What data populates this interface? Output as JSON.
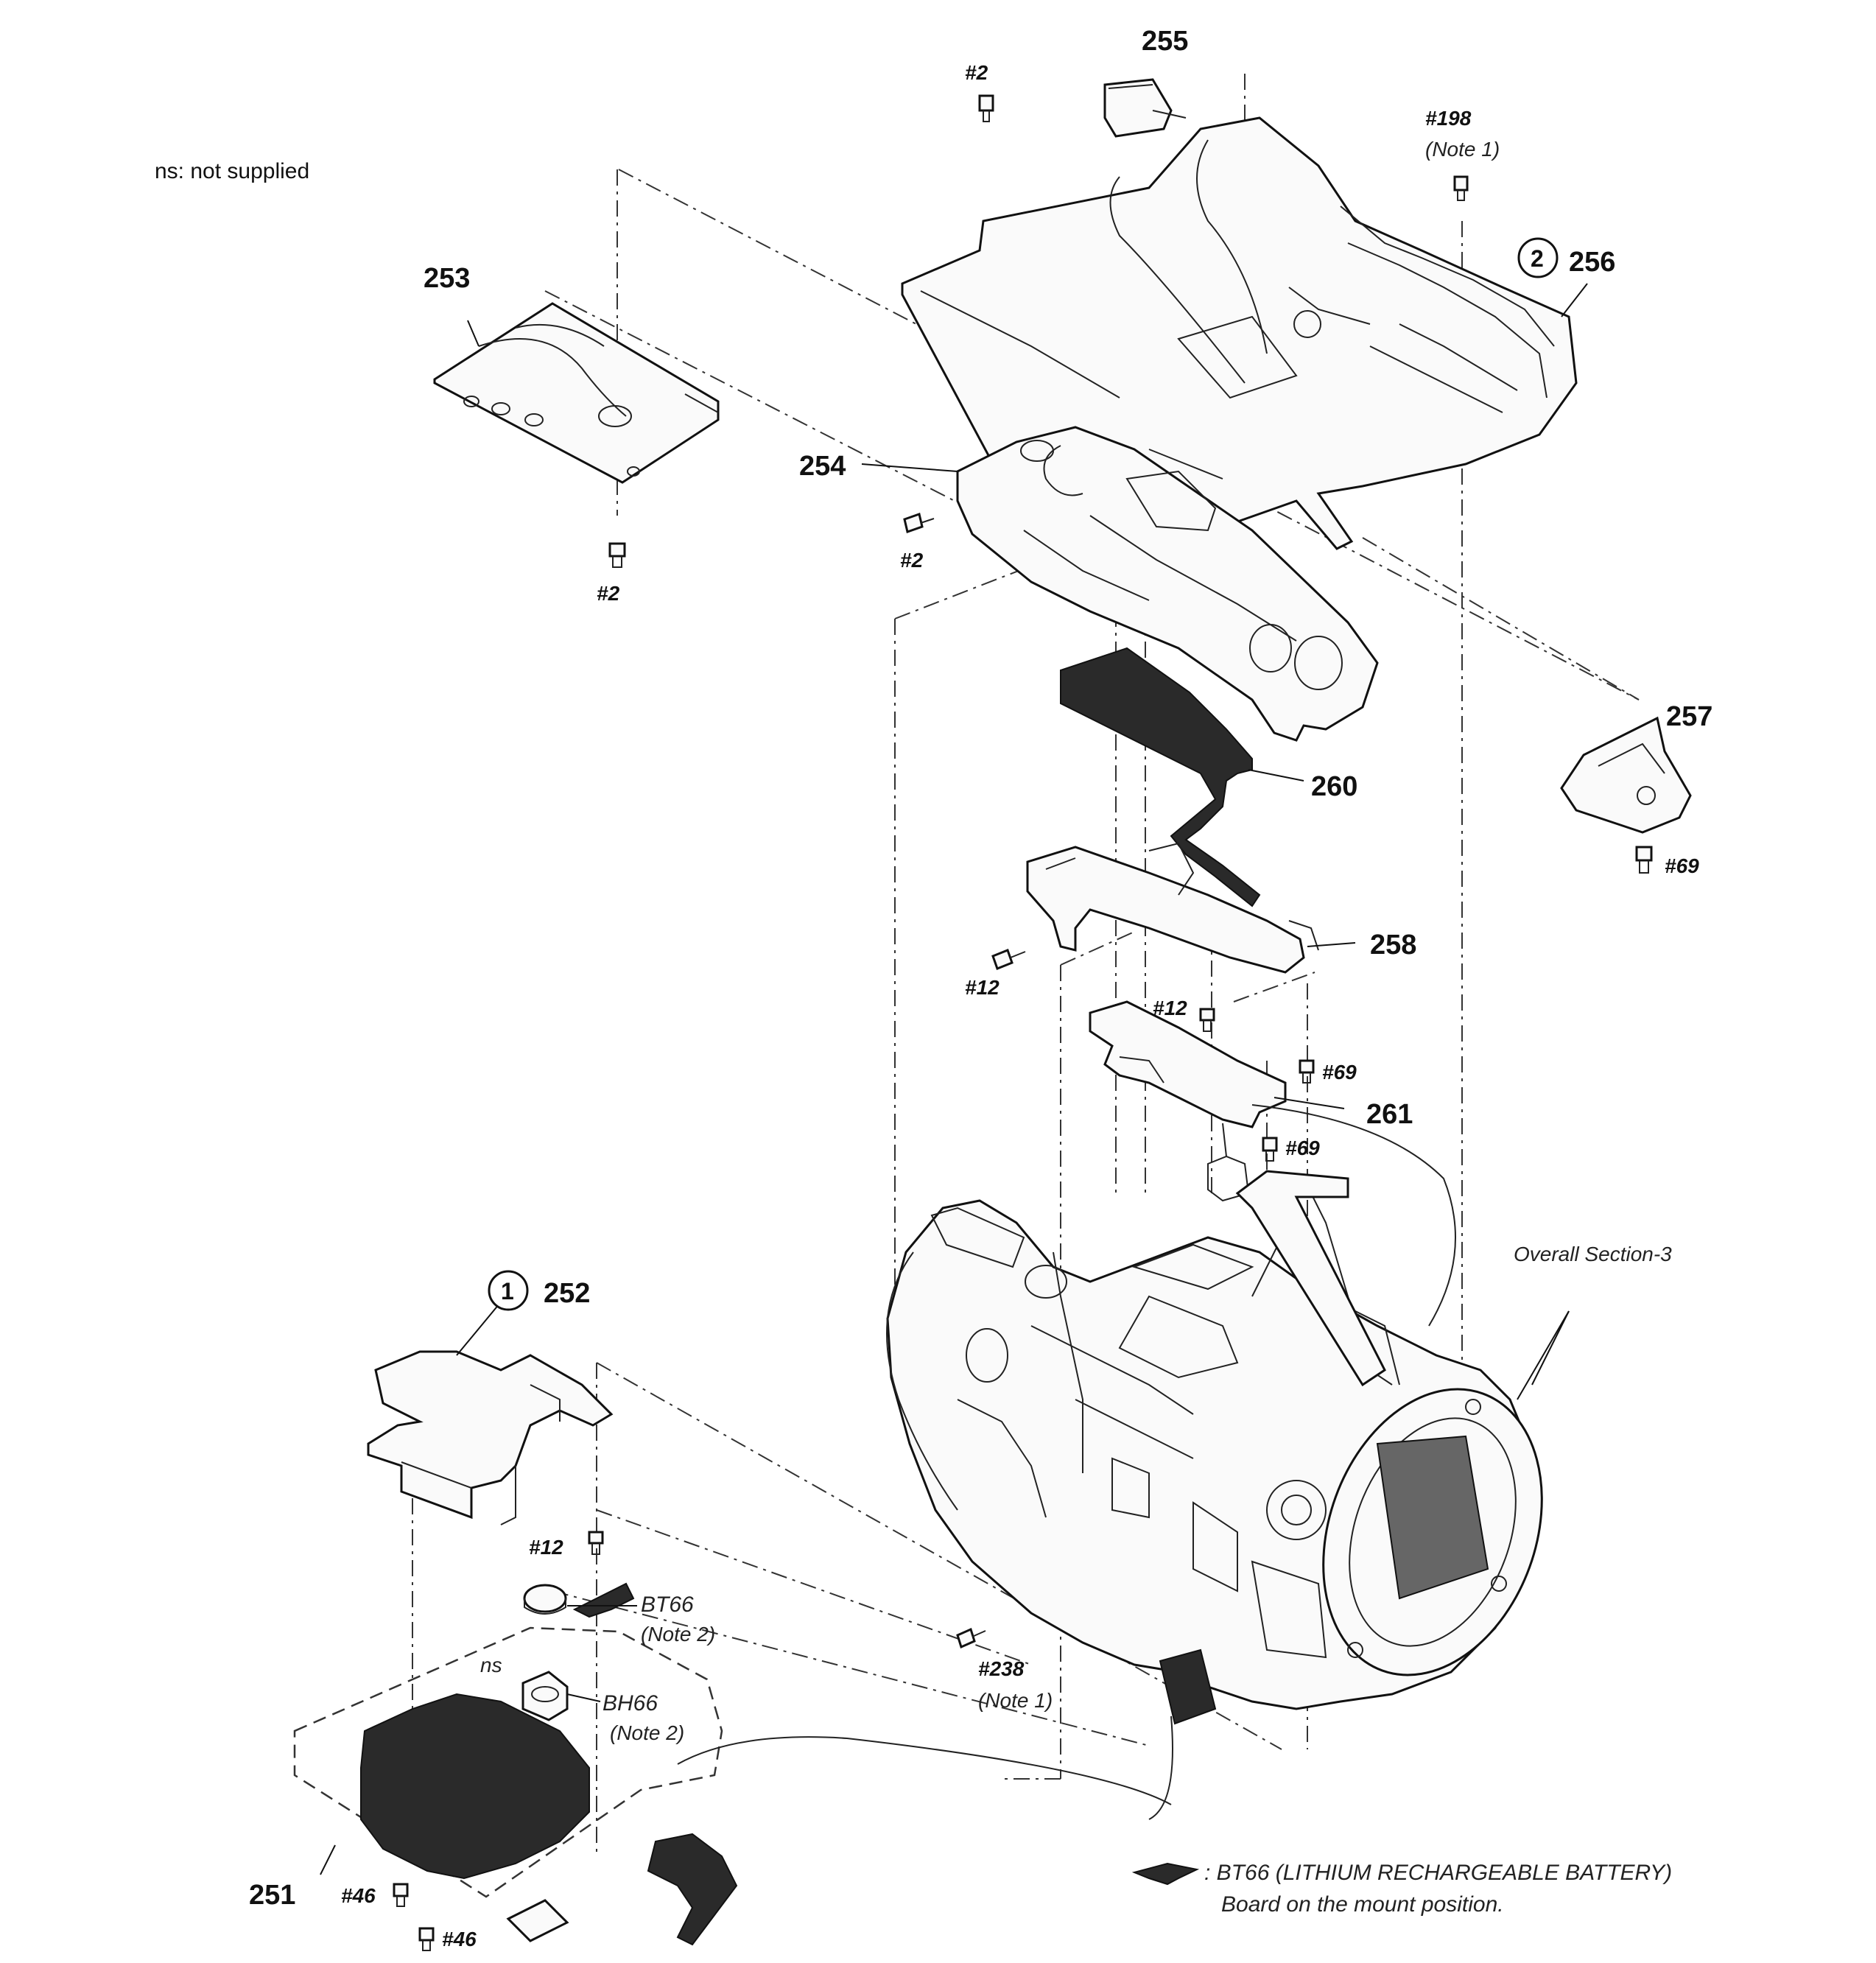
{
  "header_note": "ns: not supplied",
  "parts": {
    "p251": "251",
    "p252": "252",
    "p252_circle": "1",
    "p253": "253",
    "p254": "254",
    "p255": "255",
    "p256": "256",
    "p256_circle": "2",
    "p257": "257",
    "p258": "258",
    "p260": "260",
    "p261": "261"
  },
  "screws": {
    "s2_top": "#2",
    "s2_left": "#2",
    "s2_mid": "#2",
    "s198": "#198",
    "s198_note": "(Note 1)",
    "s69_right": "#69",
    "s12_a": "#12",
    "s12_b": "#12",
    "s12_c": "#12",
    "s69_a": "#69",
    "s69_b": "#69",
    "s238": "#238",
    "s238_note": "(Note 1)",
    "s46_a": "#46",
    "s46_b": "#46"
  },
  "battery": {
    "bt66": "BT66",
    "bt66_note": "(Note 2)",
    "bh66": "BH66",
    "bh66_note": "(Note 2)",
    "ns": "ns"
  },
  "section_ref": "Overall Section-3",
  "legend": {
    "line1": ": BT66     (LITHIUM RECHARGEABLE BATTERY)",
    "line2": "Board on the mount position."
  }
}
